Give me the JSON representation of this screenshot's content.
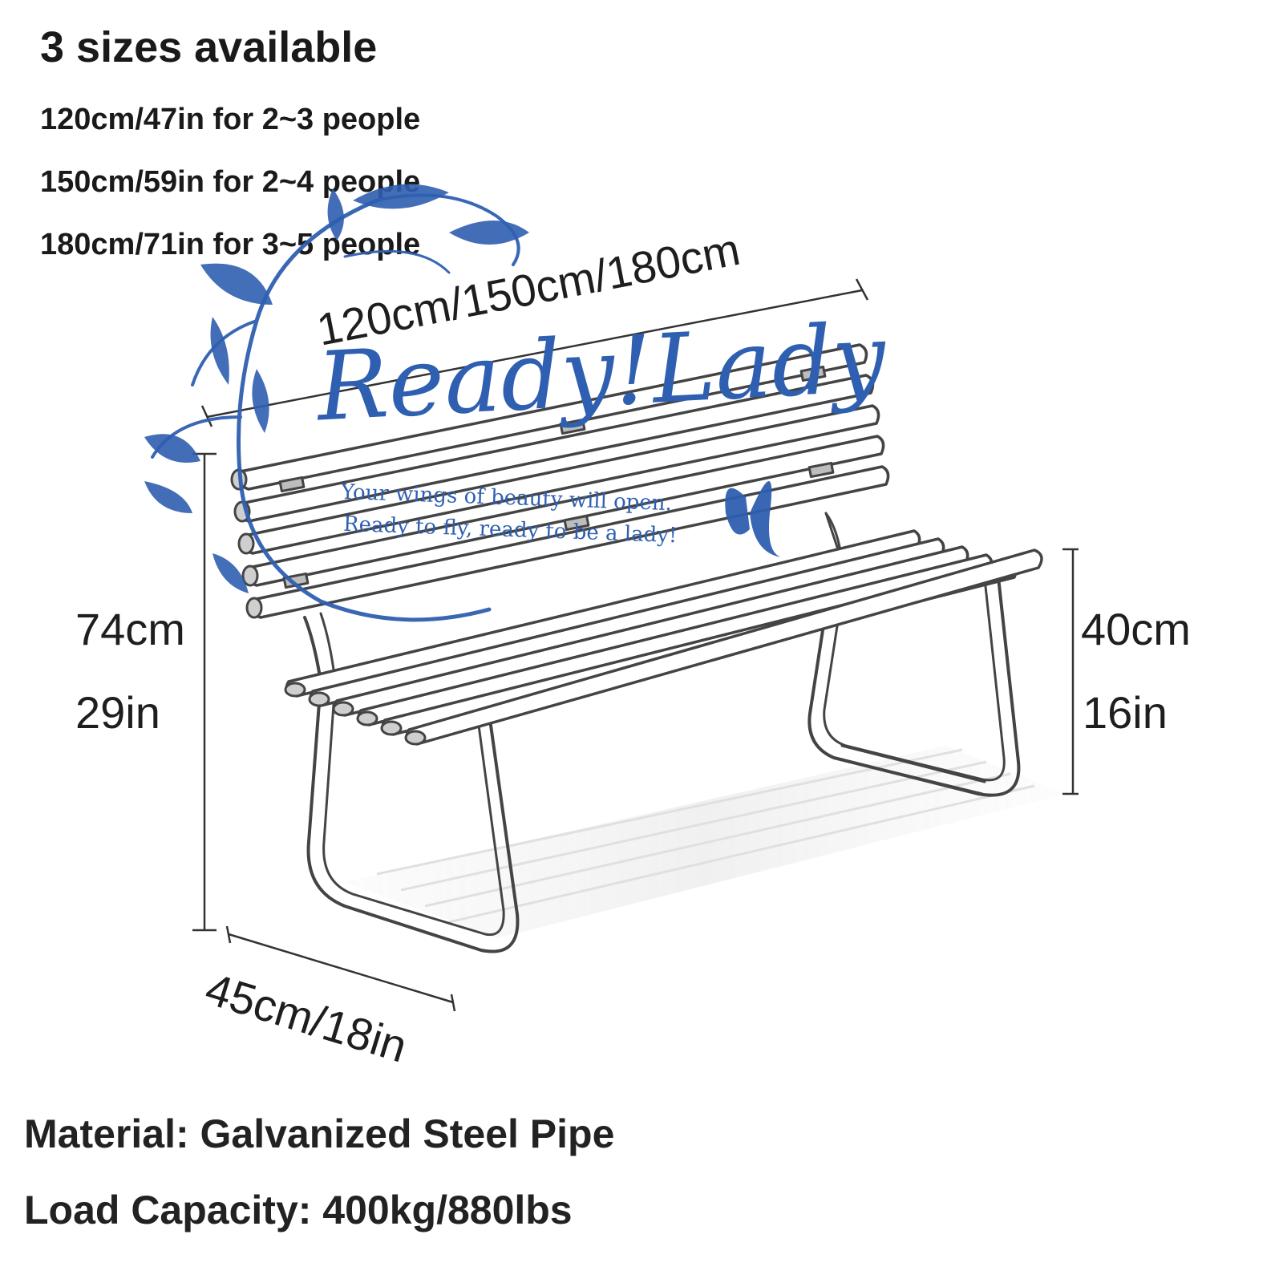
{
  "heading": "3 sizes available",
  "sizes": [
    "120cm/47in for 2~3 people",
    "150cm/59in for 2~4 people",
    "180cm/71in for 3~5 people"
  ],
  "dimensions": {
    "length": "120cm/150cm/180cm",
    "depth": "45cm/18in",
    "total_height_cm": "74cm",
    "total_height_in": "29in",
    "seat_height_cm": "40cm",
    "seat_height_in": "16in"
  },
  "specs": {
    "material": "Material: Galvanized Steel Pipe",
    "load": "Load Capacity: 400kg/880lbs"
  },
  "watermark": {
    "brand": "Ready!Lady",
    "tagline_1": "Your wings of beauty will open.",
    "tagline_2": "Ready to fly, ready to be a lady!",
    "color": "#2f5fb0"
  }
}
